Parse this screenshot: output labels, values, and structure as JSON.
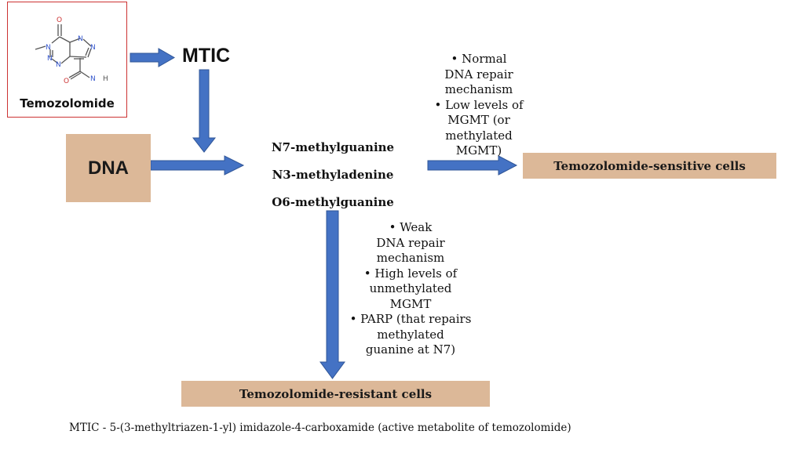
{
  "molecule": {
    "name": "Temozolomide",
    "atoms": {
      "o": "O",
      "n": "N",
      "nh": "N",
      "h": "H"
    }
  },
  "nodes": {
    "mtic": "MTIC",
    "dna": "DNA",
    "products": [
      "N7-methylguanine",
      "N3-methyladenine",
      "O6-methylguanine"
    ],
    "sensitive": "Temozolomide-sensitive cells",
    "resistant": "Temozolomide-resistant cells"
  },
  "sensitive_conditions": [
    "• Normal",
    "DNA repair",
    "mechanism",
    "• Low levels of",
    "MGMT (or",
    "methylated",
    "MGMT)"
  ],
  "resistant_conditions": [
    "• Weak",
    "DNA repair",
    "mechanism",
    "• High levels of",
    "unmethylated",
    "MGMT",
    "• PARP (that repairs",
    "methylated",
    "guanine at N7)"
  ],
  "footnote": "MTIC - 5-(3-methyltriazen-1-yl) imidazole-4-carboxamide (active metabolite of temozolomide)",
  "colors": {
    "arrow": "#4472c4",
    "box_fill": "#dcb898",
    "frame": "#cc3333"
  }
}
